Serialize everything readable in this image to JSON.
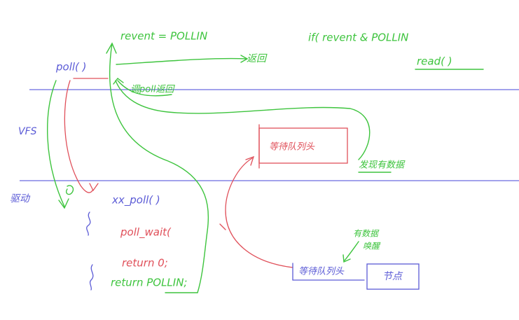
{
  "colors": {
    "green": "#3ec43e",
    "red": "#e0505a",
    "blue": "#5b5bd6",
    "line": "#6a6ae0"
  },
  "labels": {
    "revent_pollin": "revent = POLLIN",
    "if_line": "if(  revent & POLLIN",
    "read": "read(   )",
    "poll": "poll( )",
    "return1": "返回",
    "unpoll_return": "调poll返回",
    "vfs": "VFS",
    "queue_top": "等待队列头",
    "found": "发现有数据",
    "driver": "驱动",
    "xx_poll": "xx_poll( )",
    "poll_wait": "poll_wait(",
    "return0": "return 0;",
    "return_pollin": "return POLLIN;",
    "wake_note1": "有数据",
    "wake_note2": "唤醒",
    "queue_bottom": "等待队列头",
    "node": "节点"
  }
}
